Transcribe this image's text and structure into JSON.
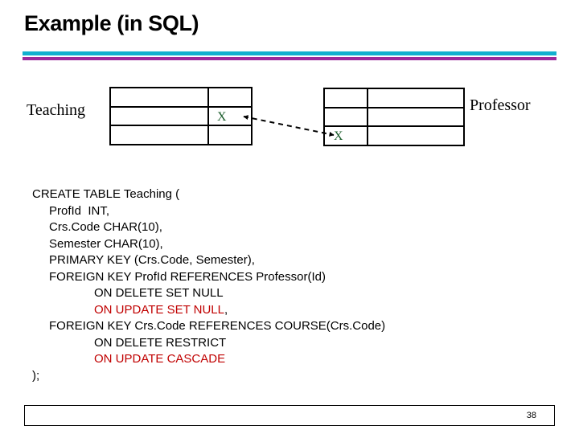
{
  "slide": {
    "title": "Example (in SQL)",
    "page_number": "38",
    "divider": {
      "teal": "#12b0cf",
      "purple": "#9c2a9c"
    }
  },
  "diagram": {
    "left_table": {
      "label": "Teaching",
      "rows": 3,
      "columns": 2,
      "mark": "X",
      "mark_row": 2,
      "mark_column": 2,
      "mark_color": "#1a5c2b"
    },
    "right_table": {
      "label": "Professor",
      "rows": 3,
      "columns": 2,
      "mark": "X",
      "mark_row": 3,
      "mark_column": 1,
      "mark_color": "#1a5c2b"
    },
    "connector": {
      "style": "dashed",
      "arrowheads": "both"
    }
  },
  "sql": {
    "lines": [
      {
        "indent": 0,
        "segments": [
          {
            "text": "CREATE TABLE Teaching (",
            "color": "black"
          }
        ]
      },
      {
        "indent": 1,
        "segments": [
          {
            "text": "ProfId  INT,",
            "color": "black"
          }
        ]
      },
      {
        "indent": 1,
        "segments": [
          {
            "text": "Crs.Code CHAR(10),",
            "color": "black"
          }
        ]
      },
      {
        "indent": 1,
        "segments": [
          {
            "text": "Semester CHAR(10),",
            "color": "black"
          }
        ]
      },
      {
        "indent": 1,
        "segments": [
          {
            "text": "PRIMARY KEY (Crs.Code, Semester),",
            "color": "black"
          }
        ]
      },
      {
        "indent": 1,
        "segments": [
          {
            "text": "FOREIGN KEY ProfId REFERENCES Professor(Id)",
            "color": "black"
          }
        ]
      },
      {
        "indent": 2,
        "segments": [
          {
            "text": "ON DELETE SET NULL",
            "color": "black"
          }
        ]
      },
      {
        "indent": 2,
        "segments": [
          {
            "text": "ON UPDATE SET NULL",
            "color": "red"
          },
          {
            "text": ",",
            "color": "black"
          }
        ]
      },
      {
        "indent": 1,
        "segments": [
          {
            "text": "FOREIGN KEY Crs.Code REFERENCES COURSE(Crs.Code)",
            "color": "black"
          }
        ]
      },
      {
        "indent": 2,
        "segments": [
          {
            "text": "ON DELETE RESTRICT",
            "color": "black"
          }
        ]
      },
      {
        "indent": 2,
        "segments": [
          {
            "text": "ON UPDATE CASCADE",
            "color": "red"
          }
        ]
      },
      {
        "indent": 0,
        "segments": [
          {
            "text": ");",
            "color": "black"
          }
        ]
      }
    ],
    "red_color": "#c00000"
  }
}
